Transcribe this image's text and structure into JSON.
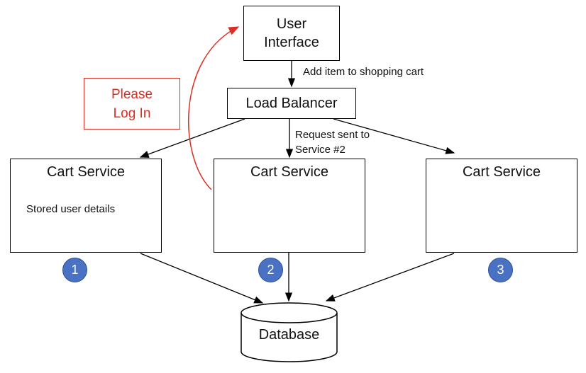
{
  "nodes": {
    "user_interface": {
      "line1": "User",
      "line2": "Interface"
    },
    "load_balancer": "Load Balancer",
    "cart_service_1": {
      "title": "Cart Service",
      "note": "Stored user details",
      "badge": "1"
    },
    "cart_service_2": {
      "title": "Cart Service",
      "badge": "2"
    },
    "cart_service_3": {
      "title": "Cart Service",
      "badge": "3"
    },
    "database": "Database"
  },
  "callout": {
    "line1": "Please",
    "line2": "Log In"
  },
  "edge_labels": {
    "add_item": "Add item to shopping cart",
    "request": {
      "line1": "Request sent to",
      "line2": "Service #2"
    }
  },
  "colors": {
    "accent_red": "#d93025",
    "badge_blue": "#4a72c4",
    "line": "#000000"
  }
}
